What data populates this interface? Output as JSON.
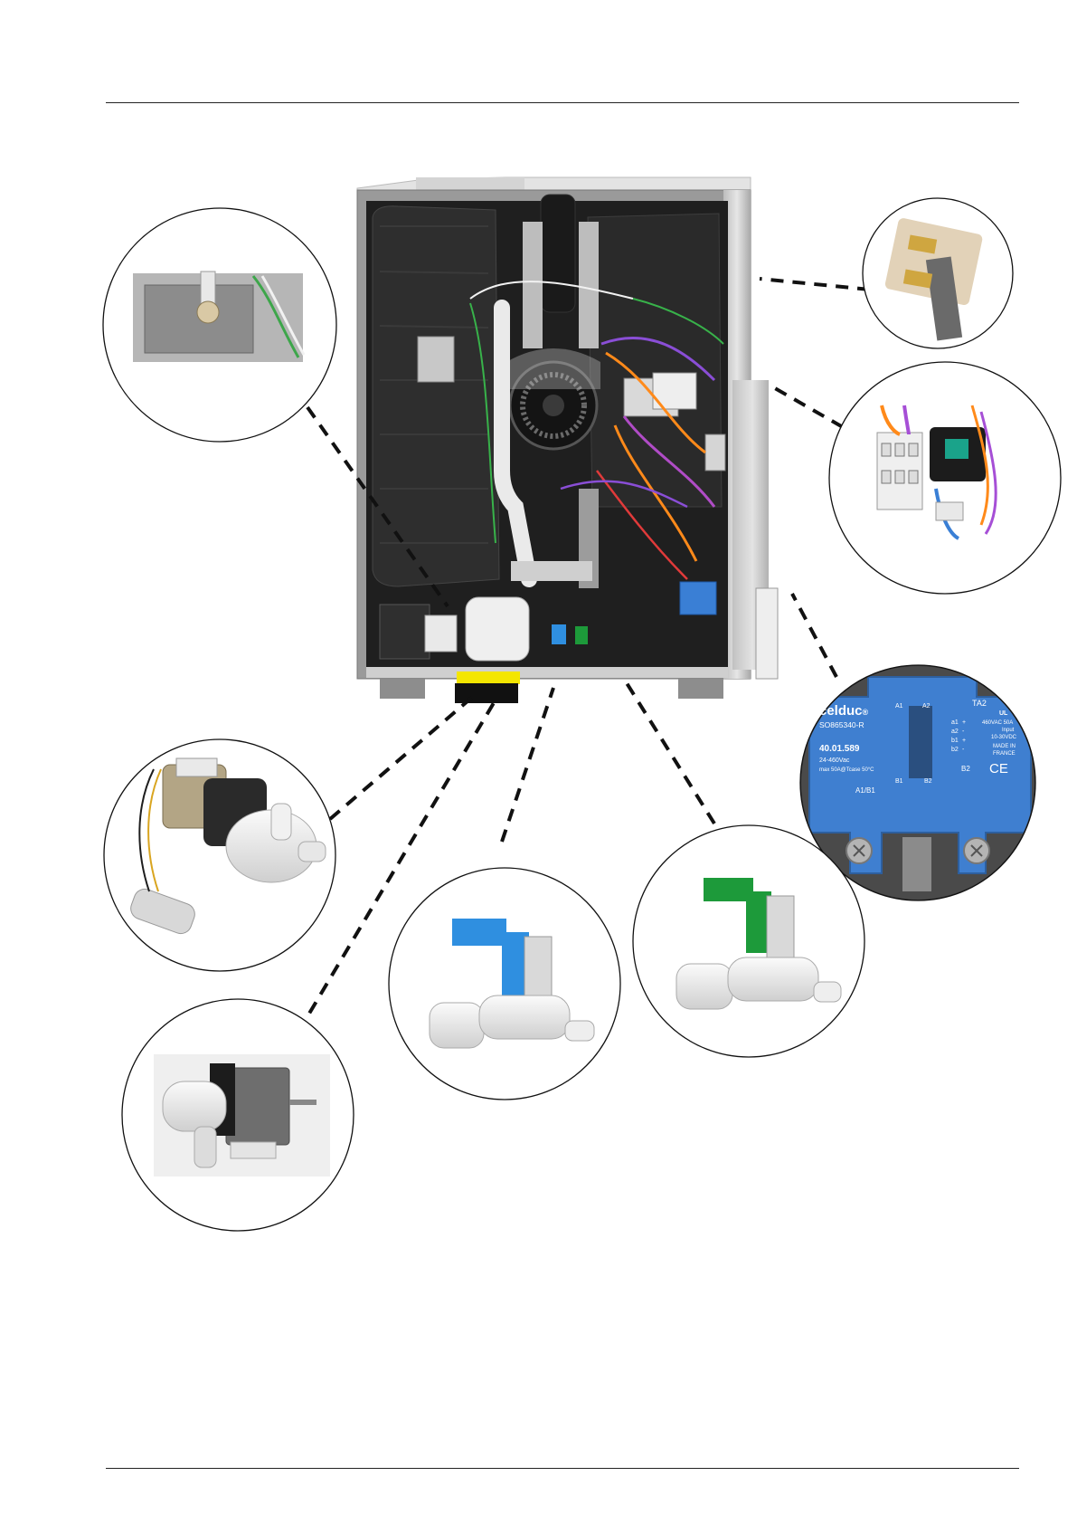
{
  "relay_label": {
    "brand": "celduc",
    "brand_mark": "®",
    "model": "SO865340-R",
    "part_no": "40.01.589",
    "voltage": "24-460Vac",
    "rating": "max 50A@Tcase 50°C",
    "output_rating": "460VAC 50A",
    "input_label": "Input",
    "input_range": "10-30VDC",
    "made_in_1": "MADE IN",
    "made_in_2": "FRANCE",
    "terminal_a1": "A1",
    "terminal_a2": "A2",
    "terminal_b1": "B1",
    "terminal_b2": "B2",
    "terminal_a1b1": "A1/B1",
    "terminal_ta2": "TA2",
    "pin_a1": "a1",
    "pin_a2": "a2",
    "pin_b1": "b1",
    "pin_b2": "b2",
    "plus": "+",
    "minus": "-",
    "ce_mark": "CE",
    "ul_mark": "UL"
  },
  "colors": {
    "relay_blue": "#3f7fd0",
    "valve_blue": "#2f8fe0",
    "valve_green": "#1d9a3a",
    "cabinet_dark": "#2b2b2b",
    "panel_steel": "#c9c9c9",
    "leader": "#111111"
  }
}
